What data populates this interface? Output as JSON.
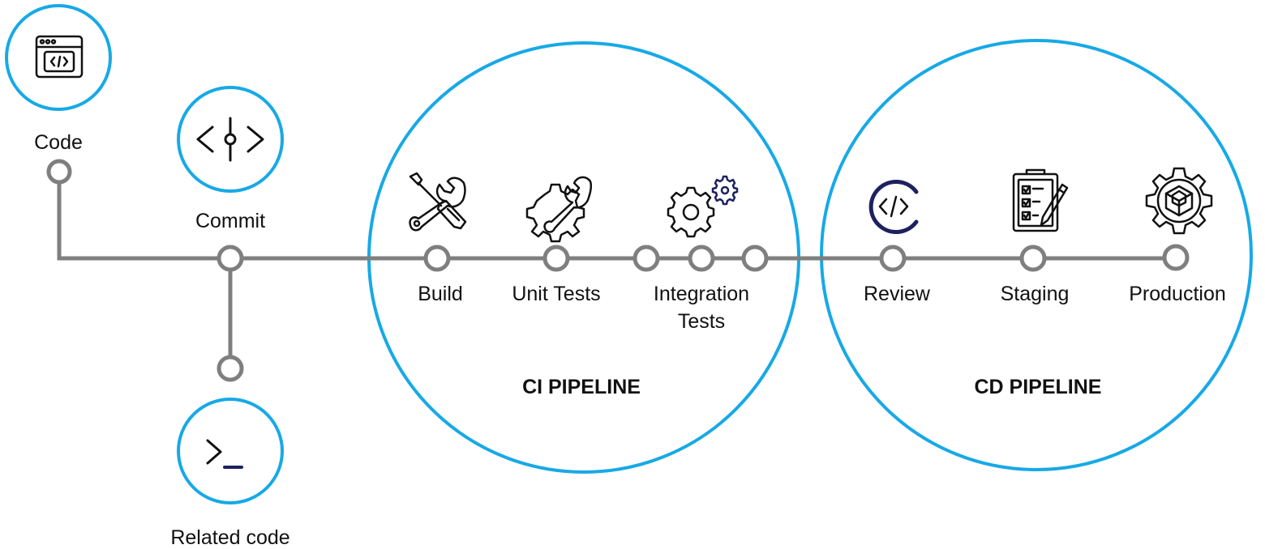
{
  "diagram": {
    "colors": {
      "circle": "#17a9e6",
      "line": "#7f7f7f",
      "icon": "#111111",
      "accent": "#1e2160"
    },
    "labels": {
      "code": "Code",
      "commit": "Commit",
      "related_code": "Related code",
      "build": "Build",
      "unit_tests": "Unit Tests",
      "integration_tests_1": "Integration",
      "integration_tests_2": "Tests",
      "review": "Review",
      "staging": "Staging",
      "production": "Production"
    },
    "groups": {
      "ci": "CI PIPELINE",
      "cd": "CD PIPELINE"
    },
    "icons": {
      "code": "browser-code-icon",
      "commit": "git-commit-icon",
      "related_code": "terminal-icon",
      "build": "tools-icon",
      "unit_tests": "gear-wrench-icon",
      "integration_tests": "gears-icon",
      "review": "code-review-icon",
      "staging": "clipboard-checklist-icon",
      "production": "gear-cube-icon"
    }
  }
}
